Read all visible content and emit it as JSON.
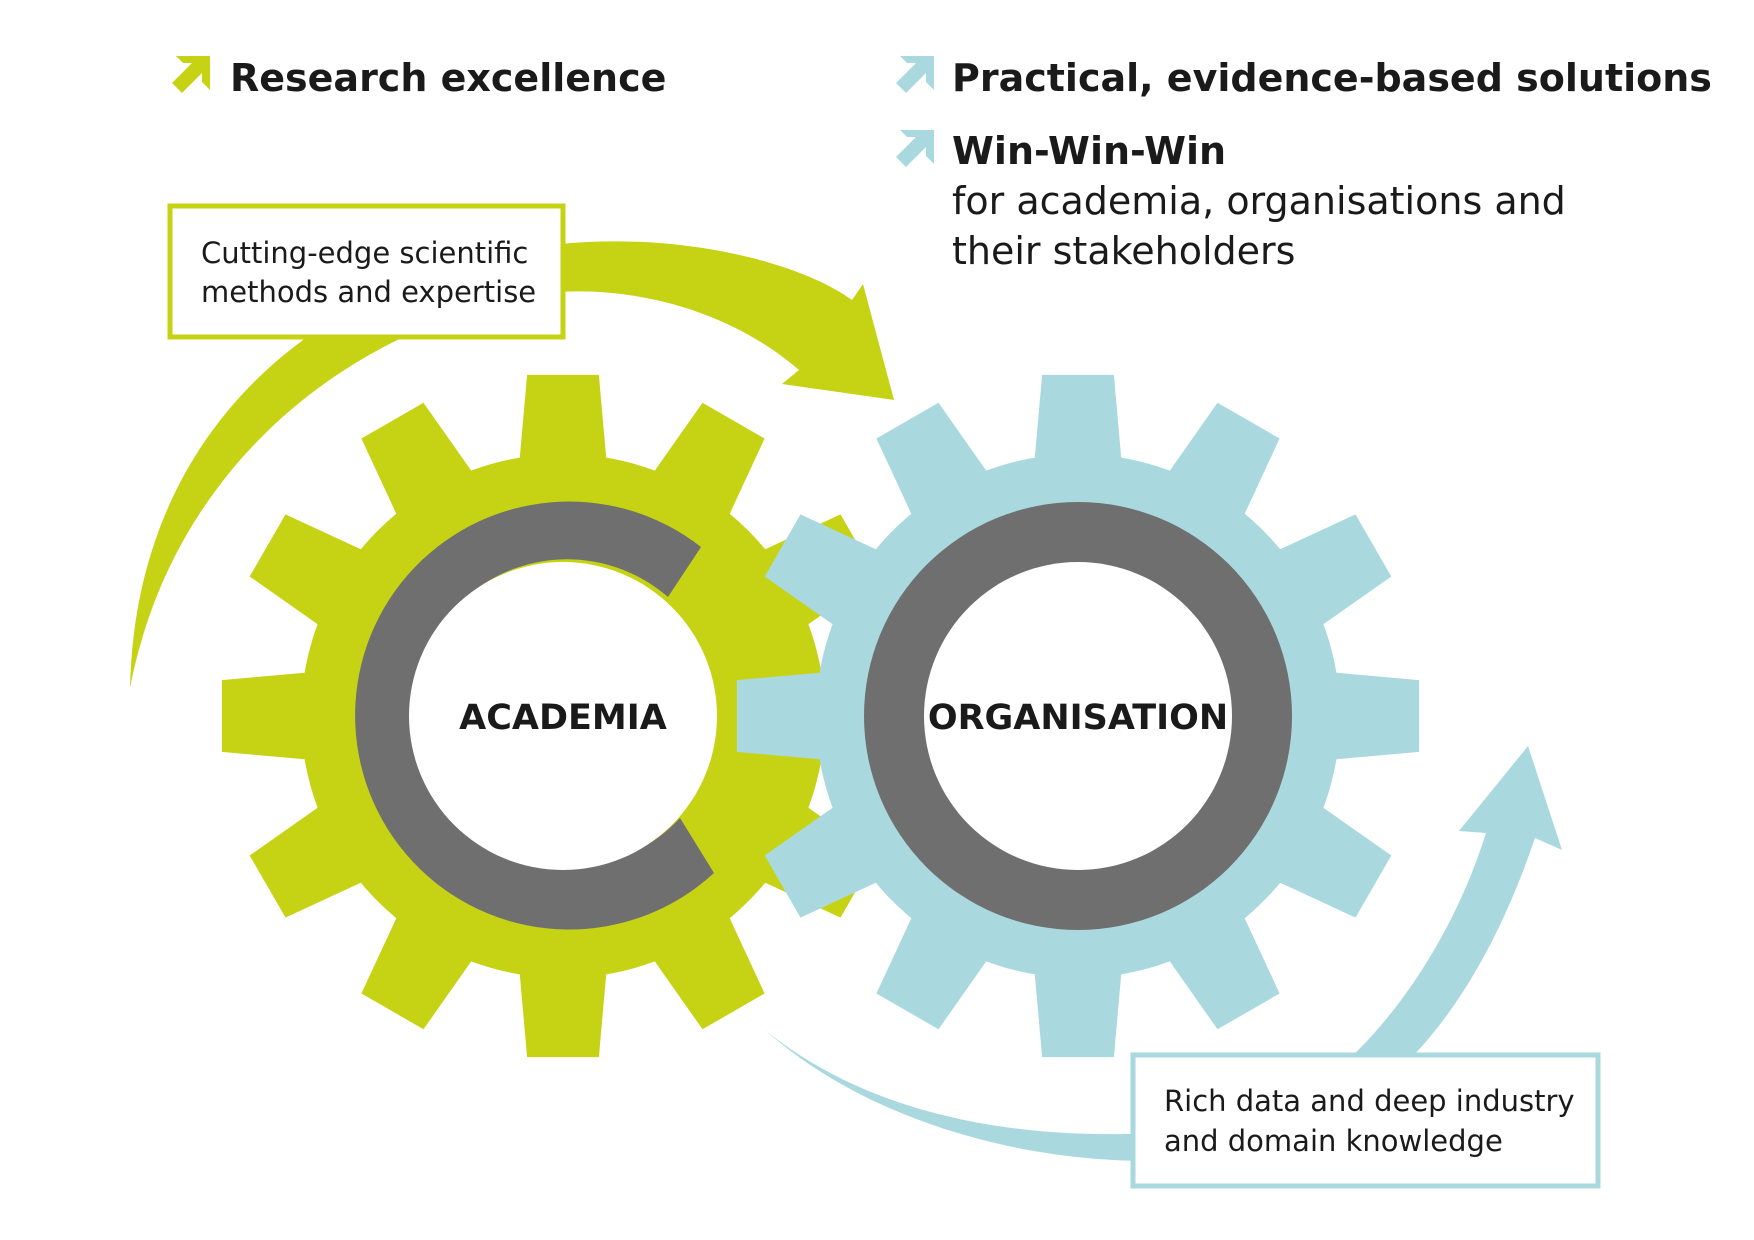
{
  "colors": {
    "academia": "#c6d314",
    "organisation": "#a9d9de",
    "ring": "#706f6f",
    "text": "#1a1a1a",
    "background": "#ffffff"
  },
  "legend": {
    "research_excellence": "Research excellence",
    "practical_solutions": "Practical, evidence-based solutions",
    "win_title": "Win-Win-Win",
    "win_line1": "for academia, organisations and",
    "win_line2": "their stakeholders",
    "icon": "arrow-up-right-icon"
  },
  "gears": {
    "academia": "ACADEMIA",
    "organisation": "ORGANISATION"
  },
  "boxes": {
    "academia_line1": "Cutting-edge scientific",
    "academia_line2": "methods and expertise",
    "organisation_line1": "Rich data and deep industry",
    "organisation_line2": "and domain knowledge"
  }
}
